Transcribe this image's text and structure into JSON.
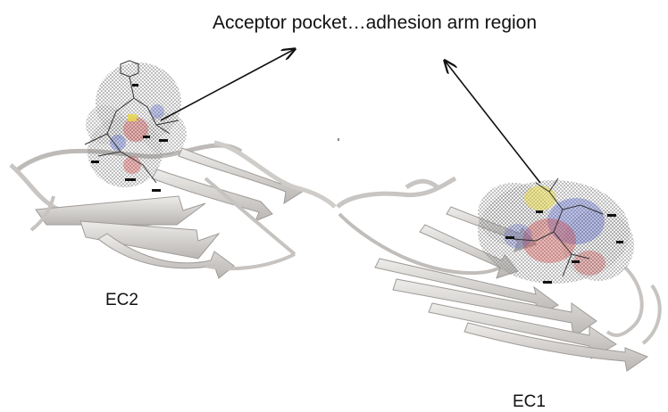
{
  "title": "Acceptor pocket…adhesion arm region",
  "labels": {
    "ec2": "EC2",
    "ec1": "EC1"
  },
  "colors": {
    "ribbon": "#d9d6d3",
    "ribbon_shadow": "#a9a6a3",
    "mesh": "#9a9a9a",
    "oxygen": "#d23b3b",
    "nitrogen": "#4a59c9",
    "sulfur": "#e8d84b",
    "arrow": "#111111"
  },
  "icons": [
    "arrow-icon"
  ]
}
